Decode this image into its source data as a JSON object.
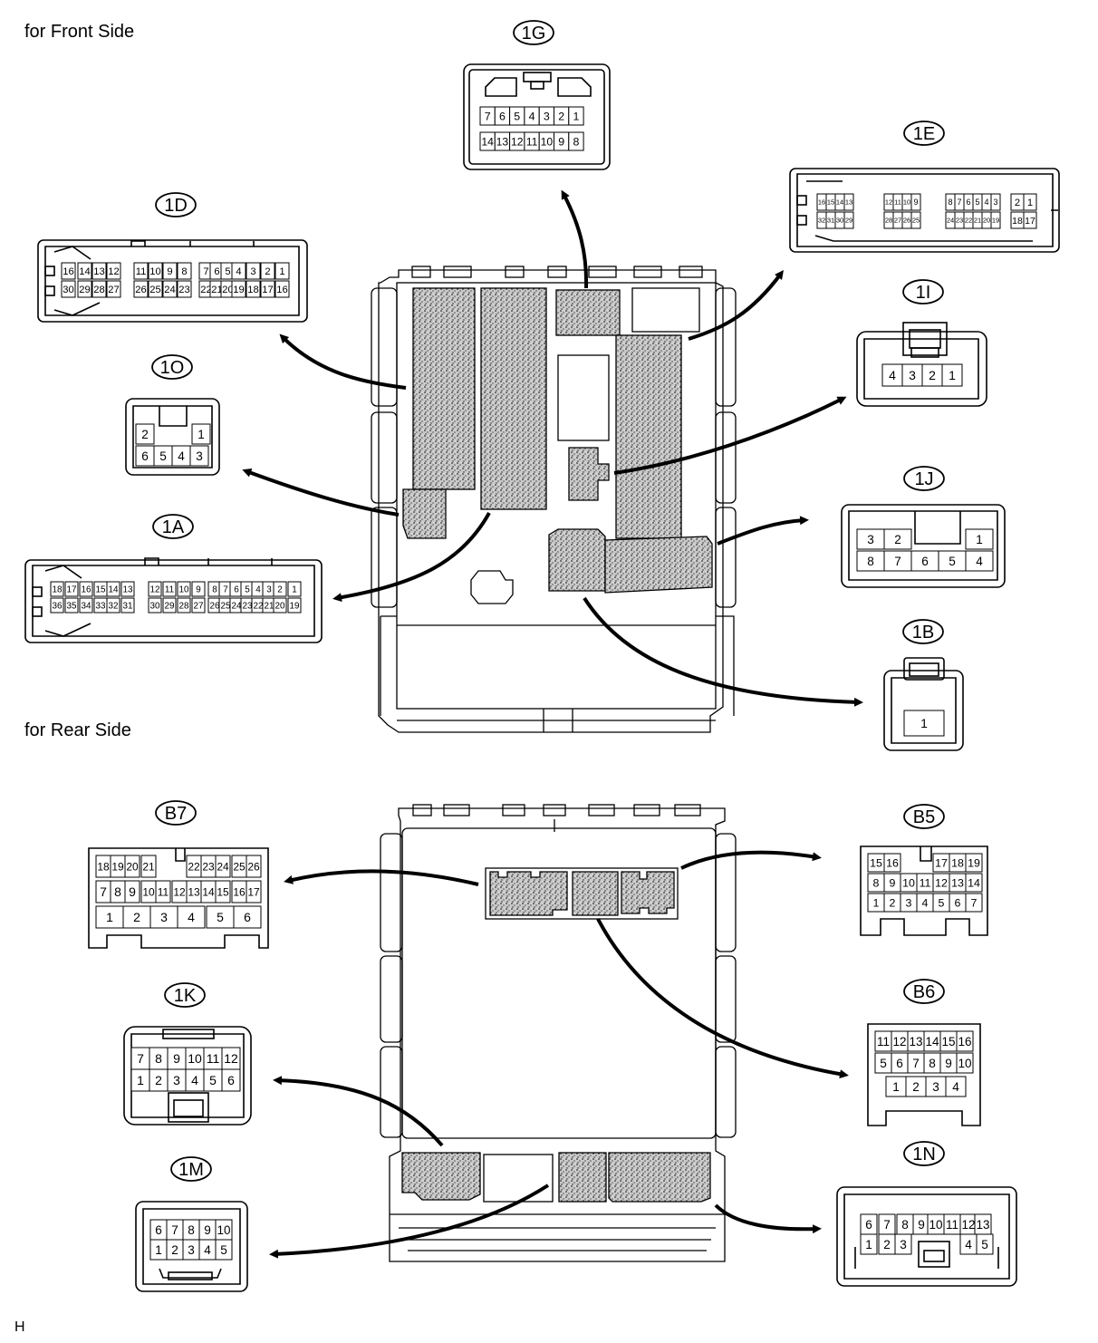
{
  "labels": {
    "front_side": "for Front Side",
    "rear_side": "for Rear Side",
    "corner": "H"
  },
  "colors": {
    "line": "#000000",
    "background": "#ffffff",
    "stipple": "#bdbdbd"
  },
  "connectors": {
    "c1G": {
      "code": "1G",
      "rows": [
        [
          "7",
          "6",
          "5",
          "4",
          "3",
          "2",
          "1"
        ],
        [
          "14",
          "13",
          "12",
          "11",
          "10",
          "9",
          "8"
        ]
      ]
    },
    "c1E": {
      "code": "1E",
      "rows": [
        [
          "16",
          "15",
          "14",
          "13",
          "12",
          "11",
          "10",
          "9",
          "8",
          "7",
          "6",
          "5",
          "4",
          "3",
          "2",
          "1"
        ],
        [
          "32",
          "31",
          "30",
          "29",
          "28",
          "27",
          "26",
          "25",
          "24",
          "23",
          "22",
          "21",
          "20",
          "19",
          "18",
          "17"
        ]
      ]
    },
    "c1D": {
      "code": "1D",
      "rows": [
        [
          "16",
          "14",
          "13",
          "12",
          "11",
          "10",
          "9",
          "8",
          "7",
          "6",
          "5",
          "4",
          "3",
          "2",
          "1"
        ],
        [
          "30",
          "29",
          "28",
          "27",
          "26",
          "25",
          "24",
          "23",
          "22",
          "21",
          "20",
          "19",
          "18",
          "17",
          "16"
        ]
      ]
    },
    "c1I": {
      "code": "1I",
      "rows": [
        [
          "4",
          "3",
          "2",
          "1"
        ]
      ]
    },
    "c1O": {
      "code": "1O",
      "rows": [
        [
          "2",
          "1"
        ],
        [
          "6",
          "5",
          "4",
          "3"
        ]
      ]
    },
    "c1J": {
      "code": "1J",
      "rows": [
        [
          "3",
          "2",
          "1"
        ],
        [
          "8",
          "7",
          "6",
          "5",
          "4"
        ]
      ]
    },
    "c1A": {
      "code": "1A",
      "rows": [
        [
          "18",
          "17",
          "16",
          "15",
          "14",
          "13",
          "12",
          "11",
          "10",
          "9",
          "8",
          "7",
          "6",
          "5",
          "4",
          "3",
          "2",
          "1"
        ],
        [
          "36",
          "35",
          "34",
          "33",
          "32",
          "31",
          "30",
          "29",
          "28",
          "27",
          "26",
          "25",
          "24",
          "23",
          "22",
          "21",
          "20",
          "19"
        ]
      ]
    },
    "c1B": {
      "code": "1B",
      "rows": [
        [
          "1"
        ]
      ]
    },
    "cB7": {
      "code": "B7",
      "rows": [
        [
          "18",
          "19",
          "20",
          "21",
          "22",
          "23",
          "24",
          "25",
          "26"
        ],
        [
          "7",
          "8",
          "9",
          "10",
          "11",
          "12",
          "13",
          "14",
          "15",
          "16",
          "17"
        ],
        [
          "1",
          "2",
          "3",
          "4",
          "5",
          "6"
        ]
      ]
    },
    "cB5": {
      "code": "B5",
      "rows": [
        [
          "15",
          "16",
          "17",
          "18",
          "19"
        ],
        [
          "8",
          "9",
          "10",
          "11",
          "12",
          "13",
          "14"
        ],
        [
          "1",
          "2",
          "3",
          "4",
          "5",
          "6",
          "7"
        ]
      ]
    },
    "c1K": {
      "code": "1K",
      "rows": [
        [
          "7",
          "8",
          "9",
          "10",
          "11",
          "12"
        ],
        [
          "1",
          "2",
          "3",
          "4",
          "5",
          "6"
        ]
      ]
    },
    "cB6": {
      "code": "B6",
      "rows": [
        [
          "11",
          "12",
          "13",
          "14",
          "15",
          "16"
        ],
        [
          "5",
          "6",
          "7",
          "8",
          "9",
          "10"
        ],
        [
          "1",
          "2",
          "3",
          "4"
        ]
      ]
    },
    "c1M": {
      "code": "1M",
      "rows": [
        [
          "6",
          "7",
          "8",
          "9",
          "10"
        ],
        [
          "1",
          "2",
          "3",
          "4",
          "5"
        ]
      ]
    },
    "c1N": {
      "code": "1N",
      "rows": [
        [
          "6",
          "7",
          "8",
          "9",
          "10",
          "11",
          "12",
          "13"
        ],
        [
          "1",
          "2",
          "3",
          "4",
          "5"
        ]
      ]
    }
  }
}
